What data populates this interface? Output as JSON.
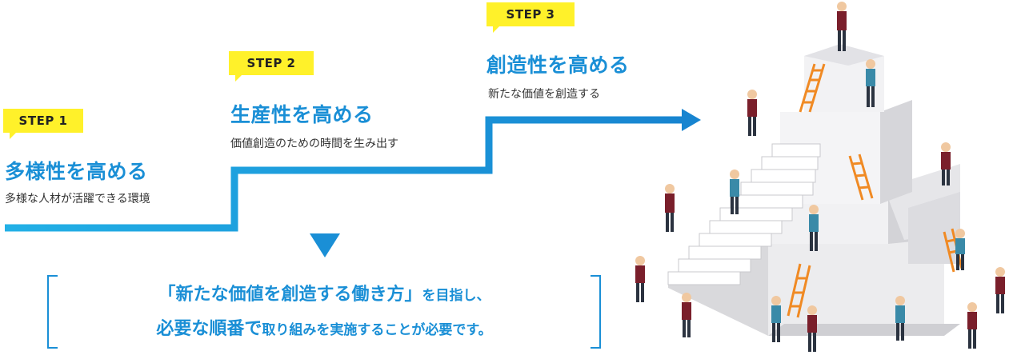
{
  "steps": [
    {
      "badge": "STEP 1",
      "title": "多様性を高める",
      "subtitle": "多様な人材が活躍できる環境"
    },
    {
      "badge": "STEP 2",
      "title": "生産性を高める",
      "subtitle": "価値創造のための時間を生み出す"
    },
    {
      "badge": "STEP 3",
      "title": "創造性を高める",
      "subtitle": "新たな価値を創造する"
    }
  ],
  "message": {
    "line1_emphasis": "「新たな価値を創造する働き方」",
    "line1_rest": "を目指し、",
    "line2_emphasis": "必要な順番で",
    "line2_rest": "取り組みを実施することが必要です。"
  },
  "colors": {
    "accent": "#1a8fd6",
    "badge": "#fff12a"
  }
}
